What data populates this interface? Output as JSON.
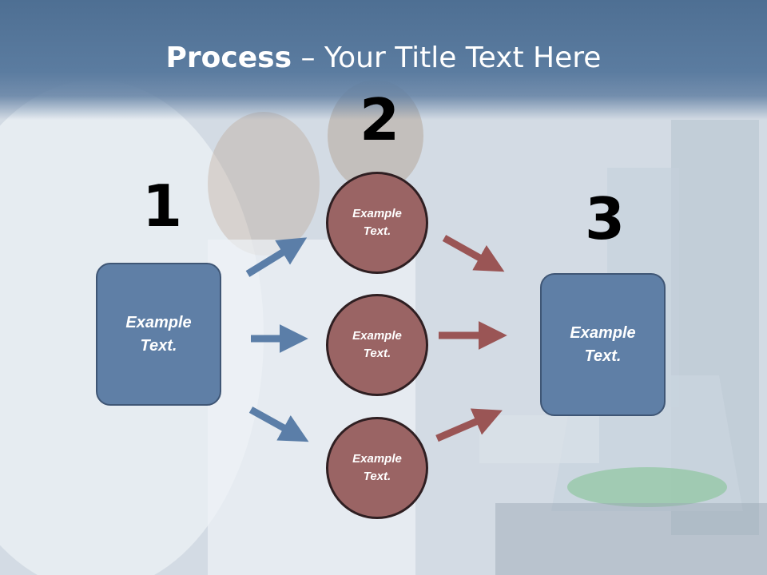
{
  "title": {
    "bold": "Process",
    "rest": " – Your Title Text Here"
  },
  "steps": [
    {
      "number": "1",
      "box_text": [
        "Example",
        "Text."
      ]
    },
    {
      "number": "2",
      "circles": [
        [
          "Example",
          "Text."
        ],
        [
          "Example",
          "Text."
        ],
        [
          "Example",
          "Text."
        ]
      ]
    },
    {
      "number": "3",
      "box_text": [
        "Example",
        "Text."
      ]
    }
  ],
  "colors": {
    "box": "#5f7fa6",
    "circle": "#9a6464",
    "arrow_in": "#5b7ea8",
    "arrow_out": "#9a5555",
    "title_bar": "#56779b"
  }
}
